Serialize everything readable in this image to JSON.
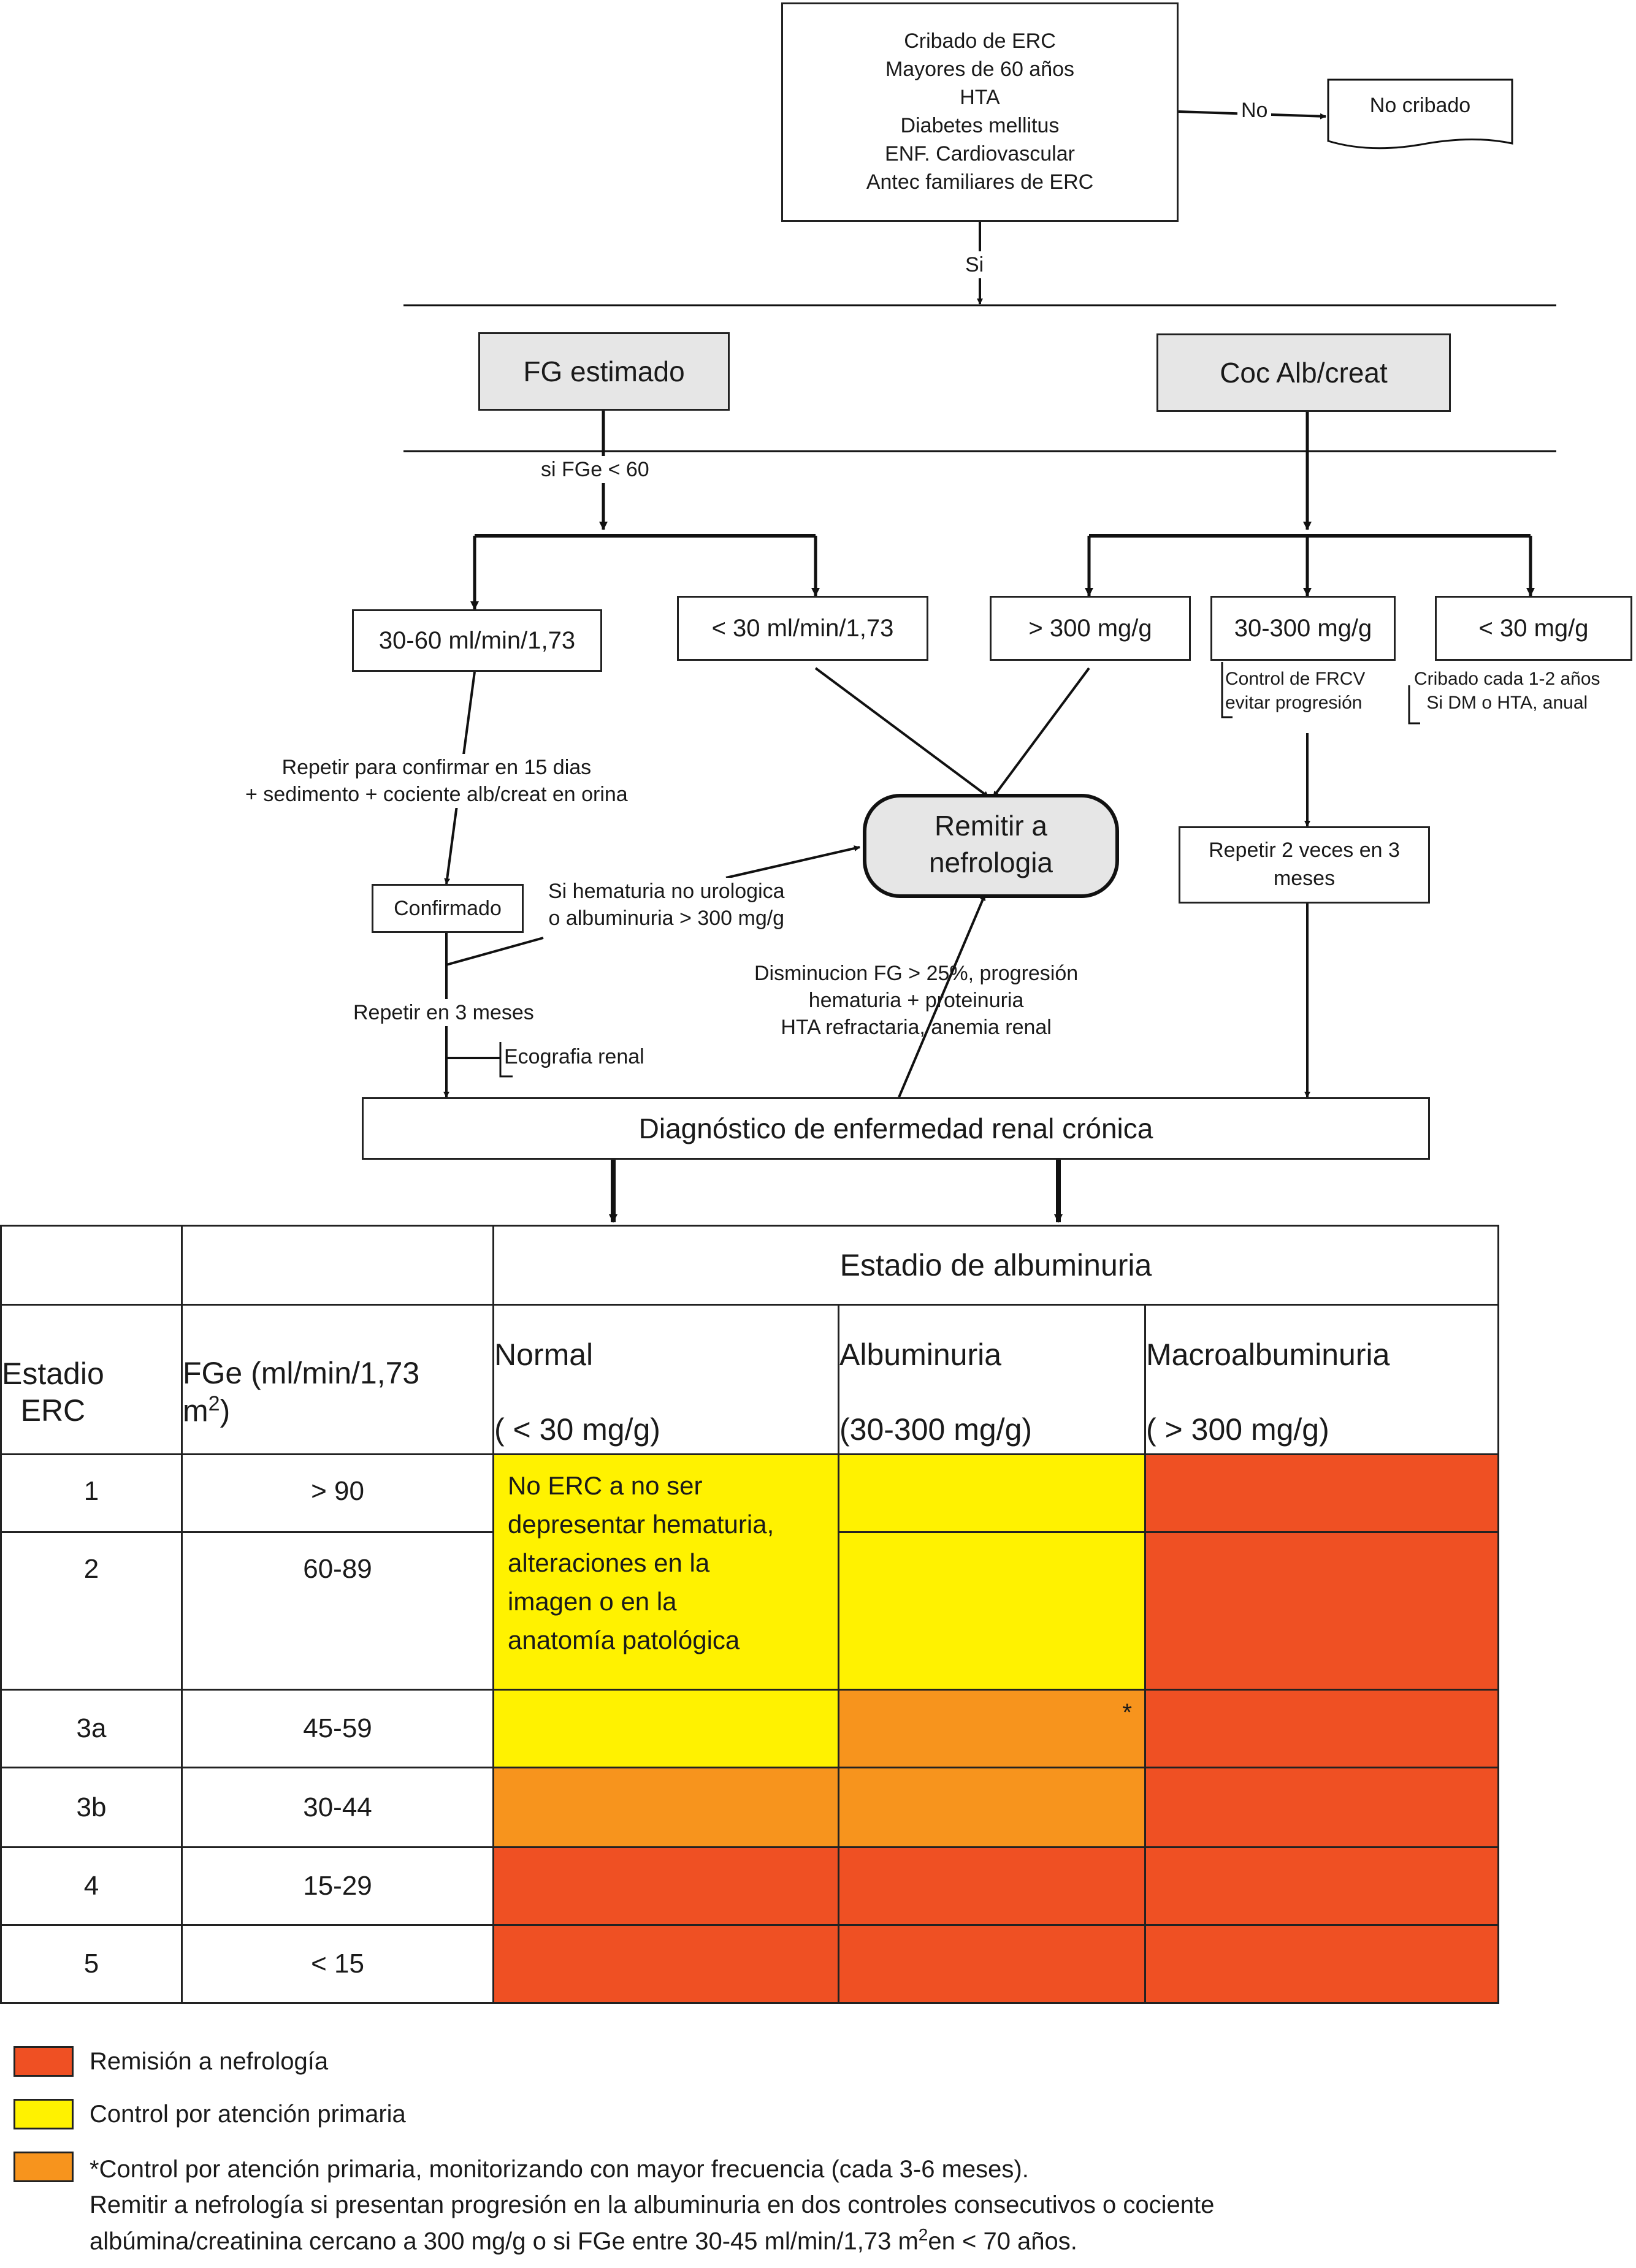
{
  "colors": {
    "red": "#ef5023",
    "yellow": "#fff200",
    "orange": "#f7941d",
    "gray_box": "#e6e6e6"
  },
  "flow": {
    "screening": "Cribado de ERC\nMayores de 60 años\nHTA\nDiabetes mellitus\nENF. Cardiovascular\nAntec familiares de ERC",
    "no_label": "No",
    "no_screening": "No cribado",
    "yes_label": "Si",
    "fg_estimated": "FG estimado",
    "alb_creat": "Coc Alb/creat",
    "fge_condition": "si FGe < 60",
    "range_30_60": "30-60 ml/min/1,73",
    "range_lt30": "< 30 ml/min/1,73",
    "alb_gt300": "> 300 mg/g",
    "alb_30_300": "30-300 mg/g",
    "alb_lt30": "< 30 mg/g",
    "note_frcv": "Control de FRCV\nevitar progresión",
    "note_cribado": "Cribado cada 1-2 años\nSi DM o HTA, anual",
    "repeat_confirm": "Repetir para confirmar en 15 dias\n+ sedimento + cociente alb/creat en orina",
    "refer": "Remitir a\nnefrologia",
    "repeat_twice": "Repetir 2 veces en 3\nmeses",
    "confirmed": "Confirmado",
    "hematuria_note": "Si hematuria no urologica\no albuminuria > 300 mg/g",
    "decrease_note": "Disminucion FG > 25%, progresión\nhematuria + proteinuria\nHTA refractaria, anemia renal",
    "repeat_3m": "Repetir en 3 meses",
    "echo": "Ecografia renal",
    "diagnosis": "Diagnóstico de enfermedad renal crónica"
  },
  "table": {
    "albuminuria_stage": "Estadio de albuminuria",
    "col_stage": "Estadio\nERC",
    "col_fge": "FGe (ml/min/1,73",
    "col_fge_unit": "m",
    "col_fge_sup": "2",
    "col_fge_close": ")",
    "col_normal": "Normal",
    "col_normal_range": "( < 30 mg/g)",
    "col_alb": "Albuminuria",
    "col_alb_range": "(30-300 mg/g)",
    "col_macro": "Macroalbuminuria",
    "col_macro_range": "( >  300 mg/g)",
    "rows": [
      {
        "stage": "1",
        "fge": "> 90"
      },
      {
        "stage": "2",
        "fge": "60-89"
      },
      {
        "stage": "3a",
        "fge": "45-59"
      },
      {
        "stage": "3b",
        "fge": "30-44"
      },
      {
        "stage": "4",
        "fge": "15-29"
      },
      {
        "stage": "5",
        "fge": "< 15"
      }
    ],
    "merged_note": "No ERC a no ser\ndepresentar hematuria,\nalteraciones en la\nimagen o en la\nanatomía patológica",
    "asterisk": "*"
  },
  "legend": {
    "red_label": "Remisión a nefrología",
    "yellow_label": "Control por atención primaria",
    "orange_line1": "*Control por atención primaria, monitorizando con mayor frecuencia (cada 3-6 meses).",
    "orange_line2": "Remitir a nefrología si presentan progresión en la albuminuria en dos controles consecutivos o cociente",
    "orange_line3a": "albúmina/creatinina cercano a 300 mg/g  o si FGe entre 30-45 ml/min/1,73 m",
    "orange_line3_sup": "2",
    "orange_line3b": "en < 70 años."
  }
}
